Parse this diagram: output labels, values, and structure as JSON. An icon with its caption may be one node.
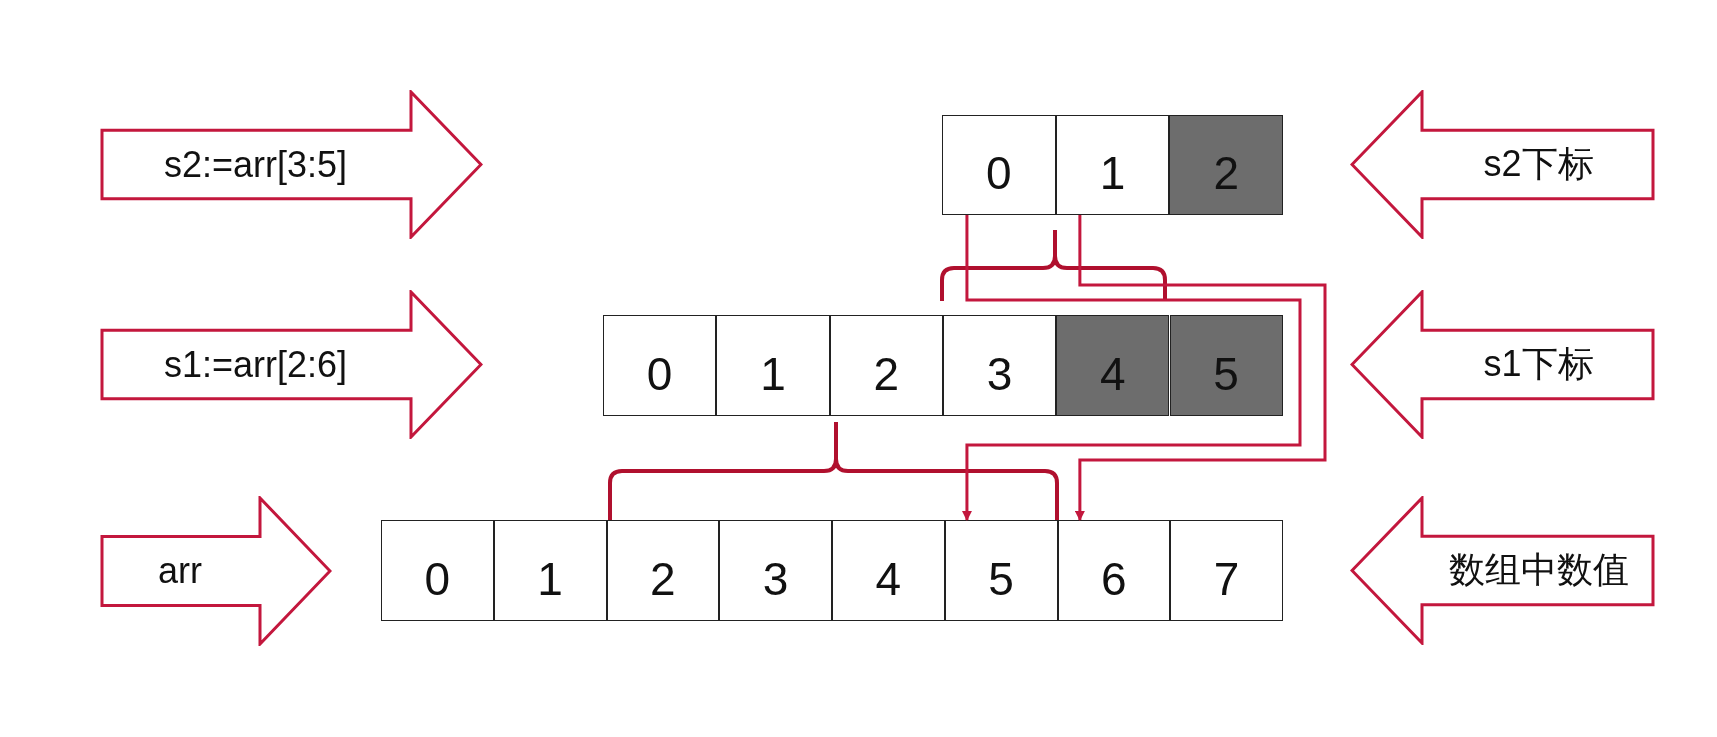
{
  "diagram": {
    "nodes": [
      {
        "text": [
          "s2:=arr[3:5]"
        ]
      },
      {
        "text": [
          "0"
        ]
      },
      {
        "text": [
          "1"
        ]
      },
      {
        "text": [
          "2"
        ]
      },
      {
        "text": [
          "s2下标"
        ]
      },
      {
        "text": [
          "s1:=arr[2:6]"
        ]
      },
      {
        "text": [
          "0"
        ]
      },
      {
        "text": [
          "1"
        ]
      },
      {
        "text": [
          "2"
        ]
      },
      {
        "text": [
          "3"
        ]
      },
      {
        "text": [
          "4"
        ]
      },
      {
        "text": [
          "5"
        ]
      },
      {
        "text": [
          "s1下标"
        ]
      },
      {
        "text": [
          "arr"
        ]
      },
      {
        "text": [
          "0"
        ]
      },
      {
        "text": [
          "1"
        ]
      },
      {
        "text": [
          "2"
        ]
      },
      {
        "text": [
          "3"
        ]
      },
      {
        "text": [
          "4"
        ]
      },
      {
        "text": [
          "5"
        ]
      },
      {
        "text": [
          "6"
        ]
      },
      {
        "text": [
          "7"
        ]
      },
      {
        "text": [
          "数组中数值"
        ]
      }
    ],
    "edges": [
      {
        "from": 1,
        "to": 19,
        "arrow": "to"
      },
      {
        "from": 2,
        "to": 20,
        "arrow": "to"
      }
    ]
  }
}
